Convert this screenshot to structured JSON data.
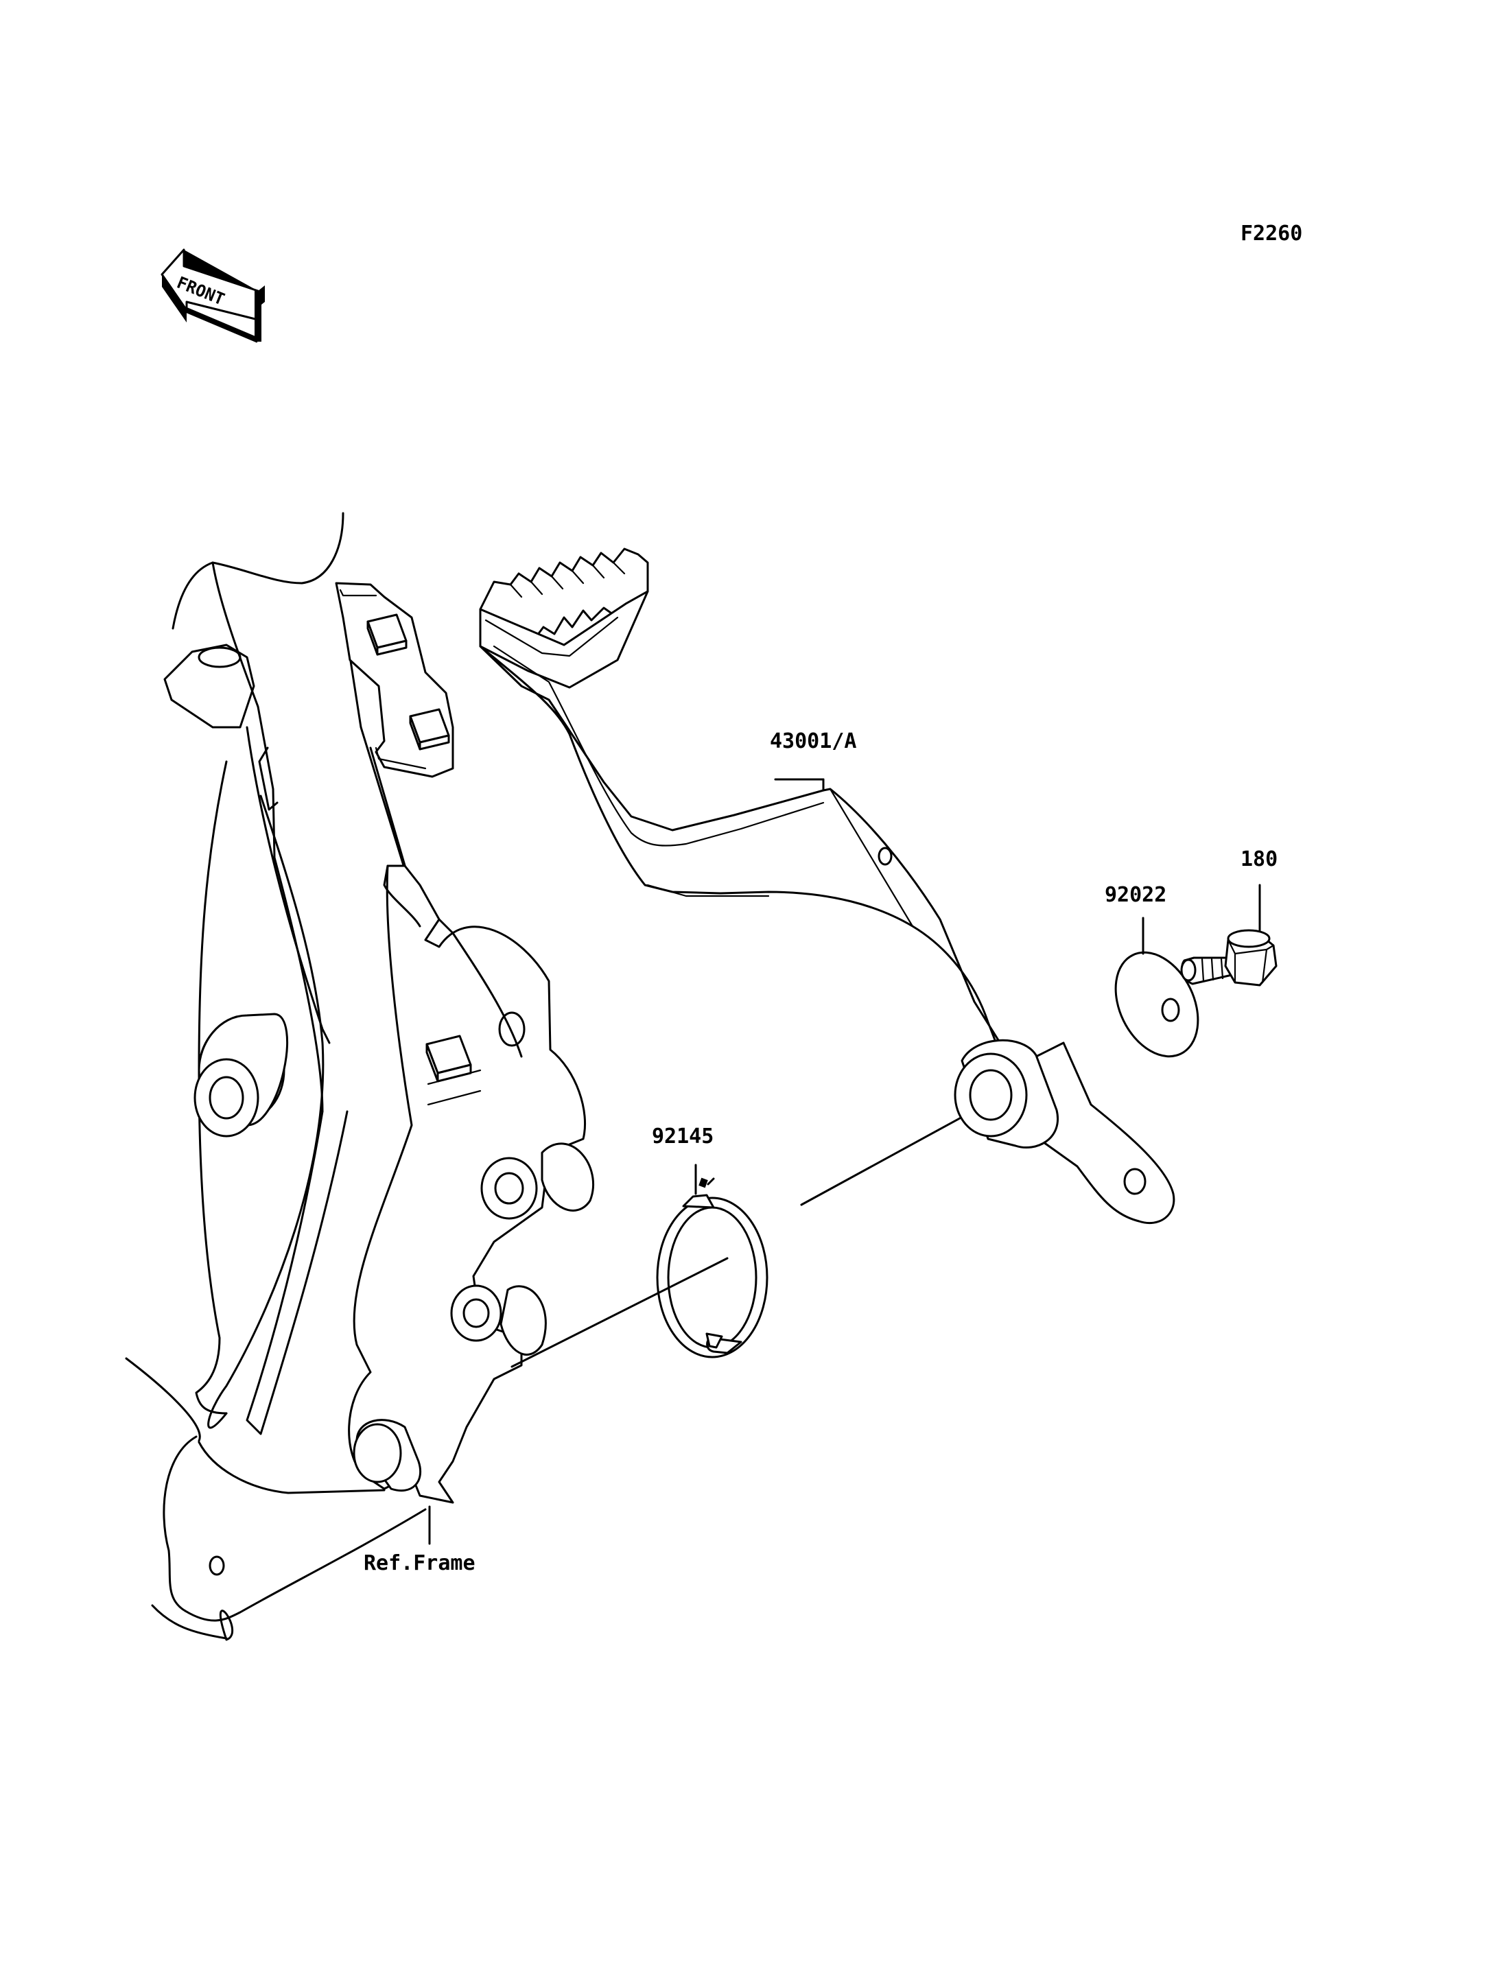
{
  "figure_code": "F2260",
  "front_label": "FRONT",
  "callouts": {
    "pedal": "43001/A",
    "bolt": "180",
    "washer": "92022",
    "spring": "92145",
    "frame": "Ref.Frame"
  }
}
